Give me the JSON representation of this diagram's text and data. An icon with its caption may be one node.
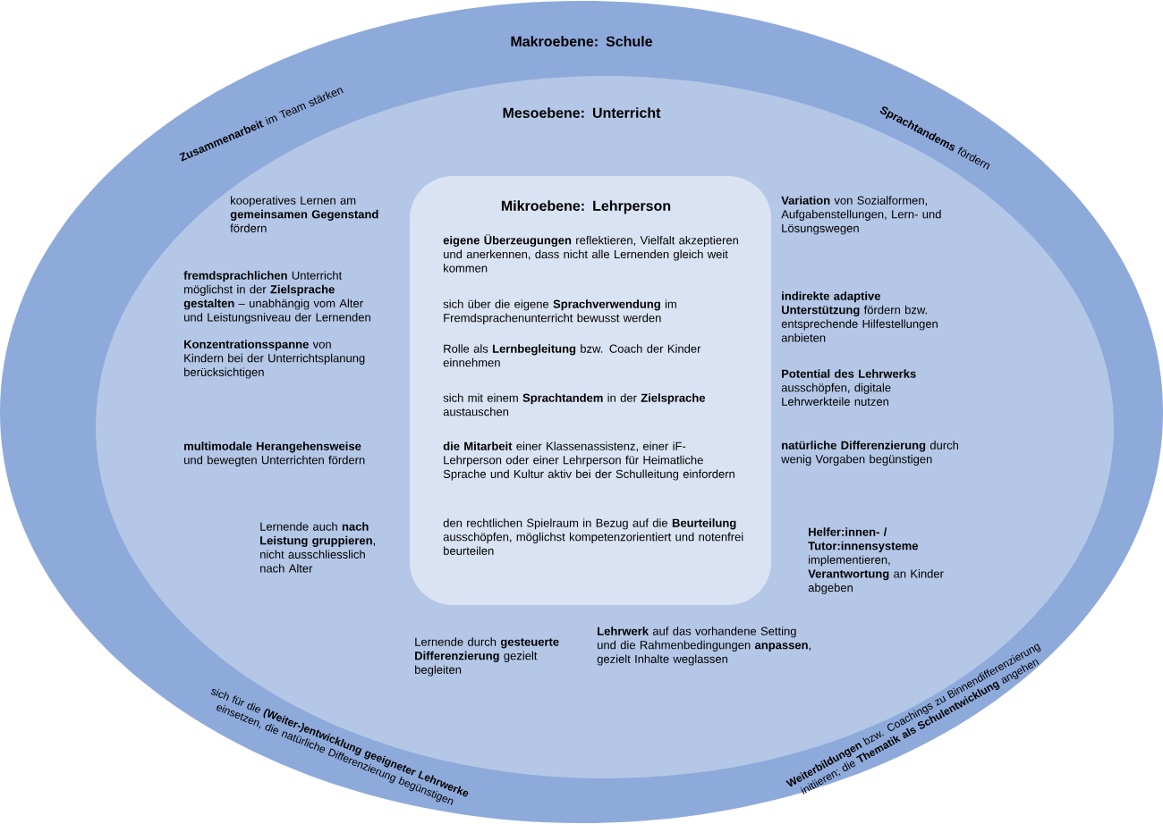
{
  "diagram": {
    "nodes": [
      {
        "text": [
          "Makroebene: Schule",
          "**Zusammenarbeit** im Team stärken",
          "**Sprachtandems** fördern",
          "sich für die **(Weiter-)entwicklung geeigneter Lehrwerke** einsetzen, die natürliche Differenzierung begünstigen",
          "**Weiterbildungen** bzw. Coachings zu Binnendifferenzierung initiieren; die **Thematik als Schulentwicklung** angehen"
        ]
      },
      {
        "text": [
          "Mesoebene: Unterricht",
          "kooperatives Lernen am **gemeinsamen Gegenstand** fördern",
          "**fremdsprachlichen** Unterricht möglichst in der **Zielsprache gestalten** – unabhängig vom Alter und Leistungsniveau der Lernenden",
          "**Konzentrationsspanne** von Kindern bei der Unterrichtsplanung berücksichtigen",
          "**multimodale Herangehensweise** und bewegten Unterrichten fördern",
          "Lernende auch **nach Leistung gruppieren**, nicht ausschliesslich nach Alter",
          "**Variation** von Sozialformen, Aufgabenstellungen, Lern- und Lösungswegen",
          "**indirekte adaptive Unterstützung** fördern bzw. entsprechende Hilfestellungen anbieten",
          "**Potential des Lehrwerks** ausschöpfen, digitale Lehrwerkteile nutzen",
          "**natürliche Differenzierung** durch wenig Vorgaben begünstigen",
          "**Helfer:innen- / Tutor:innensysteme** implementieren, **Verantwortung** an Kinder abgeben",
          "Lernende durch **gesteuerte Differenzierung** gezielt begleiten",
          "**Lehrwerk** auf das vorhandene Setting und die Rahmenbedingungen **anpassen**, gezielt Inhalte weglassen"
        ],
        "in": 0
      },
      {
        "text": [
          "Mikroebene: Lehrperson",
          "**eigene Überzeugungen** reflektieren, Vielfalt akzeptieren und anerkennen, dass nicht alle Lernenden gleich weit kommen",
          "sich über die eigene **Sprachverwendung** im Fremdsprachenunterricht bewusst werden",
          "Rolle als **Lernbegleitung** bzw. Coach der Kinder einnehmen",
          "sich mit einem **Sprachtandem** in der **Zielsprache** austauschen",
          "**die Mitarbeit** einer Klassenassistenz, einer iF-Lehrperson oder einer Lehrperson für Heimatliche Sprache und Kultur aktiv bei der Schulleitung einfordern",
          "den rechtlichen Spielraum in Bezug auf die **Beurteilung** ausschöpfen, möglichst kompetenzorientiert und notenfrei beurteilen"
        ],
        "in": 1
      }
    ]
  }
}
